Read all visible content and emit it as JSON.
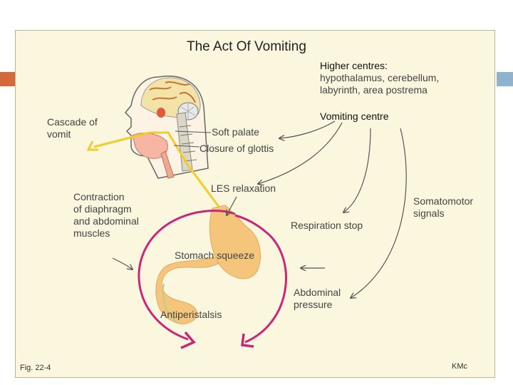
{
  "title": "The Act Of Vomiting",
  "higher_centres": {
    "heading": "Higher centres:",
    "text": "hypothalamus, cerebellum,\nlabyrinth, area postrema"
  },
  "vomiting_centre": "Vomiting centre",
  "labels": {
    "cascade": "Cascade of\nvomit",
    "soft_palate": "Soft palate",
    "glottis": "Closure of glottis",
    "les": "LES relaxation",
    "contraction": "Contraction\nof diaphragm\nand abdominal\nmuscles",
    "somatomotor": "Somatomotor\nsignals",
    "respiration": "Respiration stop",
    "stomach": "Stomach squeeze",
    "abdominal": "Abdominal\npressure",
    "antiperistalsis": "Antiperistalsis"
  },
  "fig_label": "Fig. 22-4",
  "credit": "KMc",
  "colors": {
    "background": "#fbf6de",
    "arrow_magenta": "#c8287a",
    "vomit_yellow": "#f1cd2a",
    "stomach": "#f6c57c",
    "pointer_gray": "#555555",
    "brain": "#f3e3a7"
  }
}
